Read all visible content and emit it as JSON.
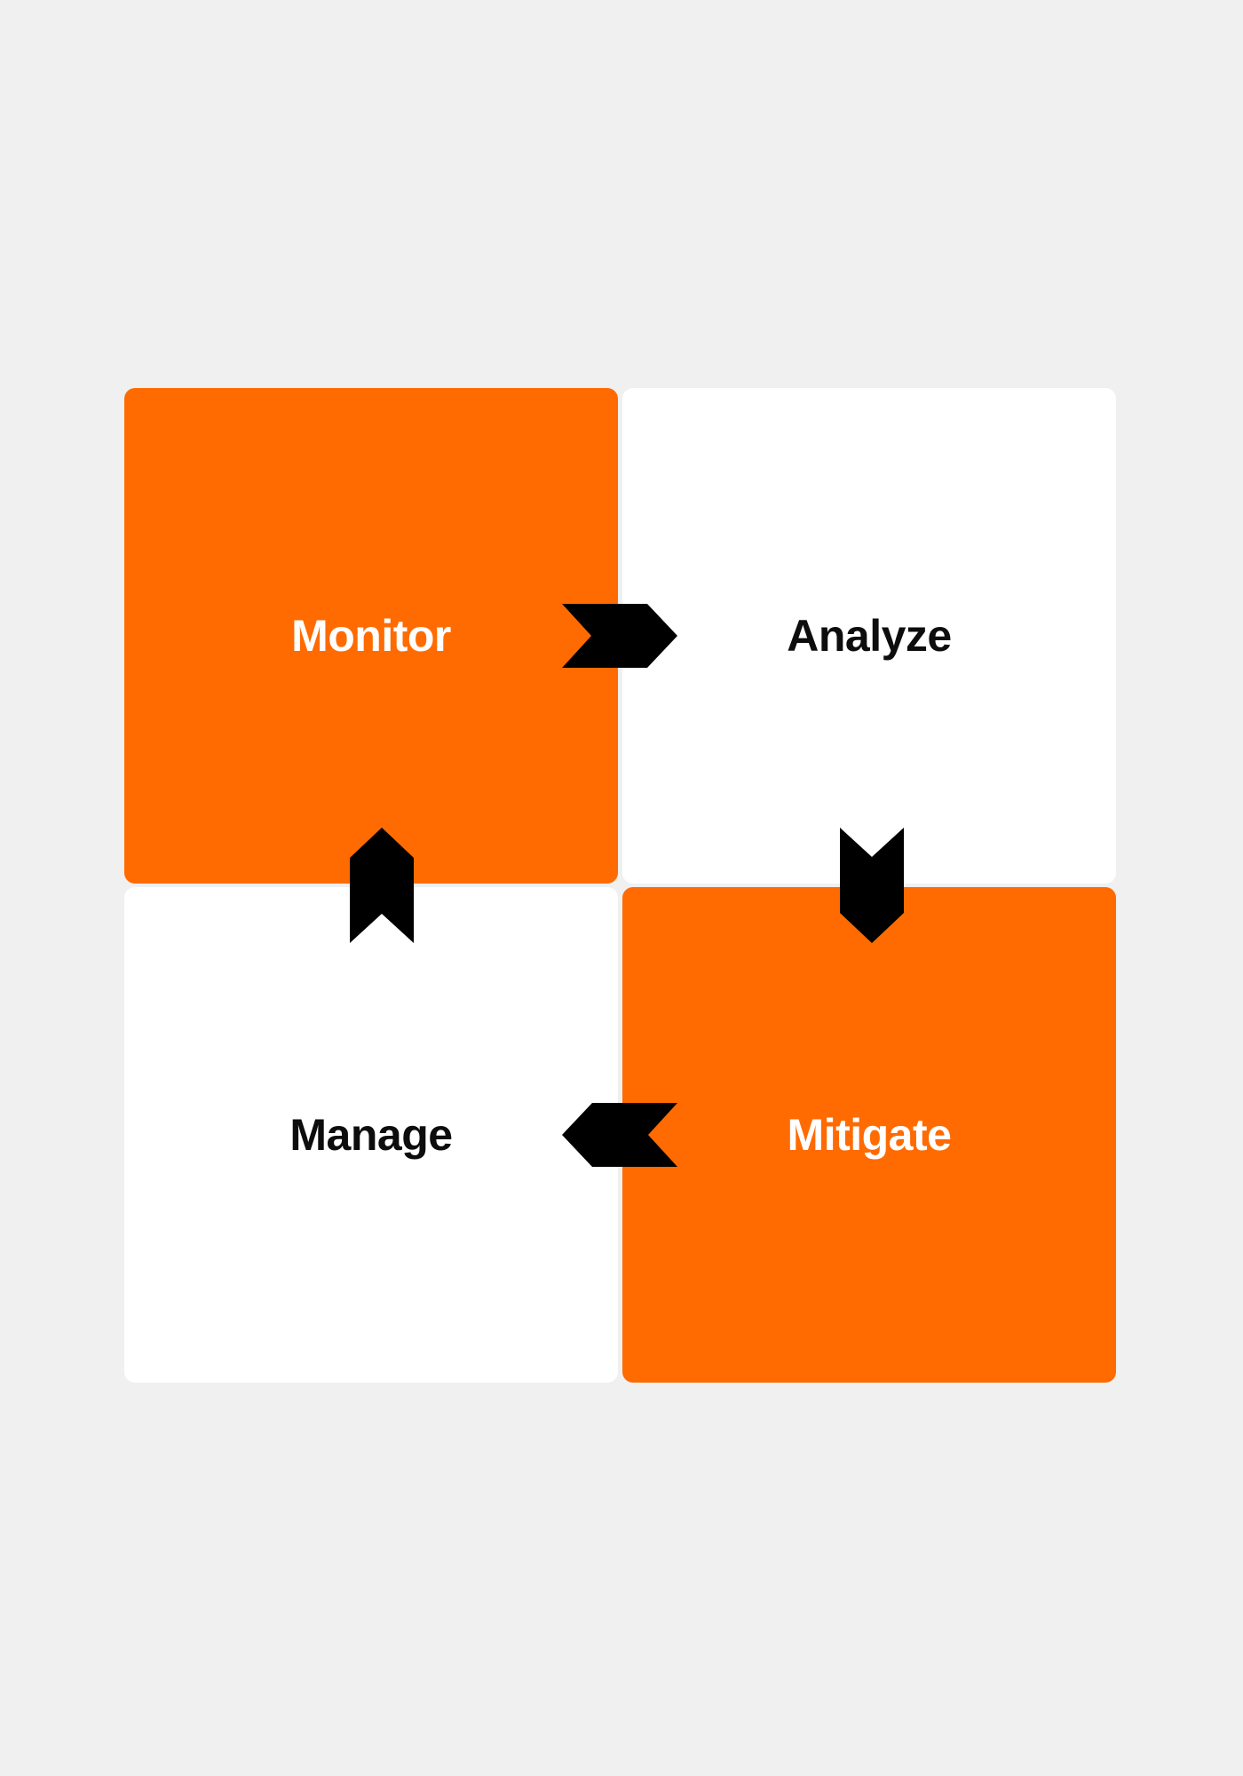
{
  "diagram": {
    "title": "Monitor Analyze Mitigate Manage cycle",
    "type": "four-quadrant-cycle",
    "background_color": "#f0f0f0",
    "accent_color": "#ff6b00",
    "neutral_color": "#ffffff",
    "arrow_color": "#000000",
    "quadrants": [
      {
        "id": "monitor",
        "label": "Monitor",
        "position": "top-left",
        "fill": "#ff6b00",
        "text_color": "#ffffff"
      },
      {
        "id": "analyze",
        "label": "Analyze",
        "position": "top-right",
        "fill": "#ffffff",
        "text_color": "#0d0d0d"
      },
      {
        "id": "manage",
        "label": "Manage",
        "position": "bottom-left",
        "fill": "#ffffff",
        "text_color": "#0d0d0d"
      },
      {
        "id": "mitigate",
        "label": "Mitigate",
        "position": "bottom-right",
        "fill": "#ff6b00",
        "text_color": "#ffffff"
      }
    ],
    "arrows": [
      {
        "id": "monitor-to-analyze",
        "from": "monitor",
        "to": "analyze",
        "direction": "right",
        "icon": "arrow-right-icon"
      },
      {
        "id": "analyze-to-mitigate",
        "from": "analyze",
        "to": "mitigate",
        "direction": "down",
        "icon": "arrow-down-icon"
      },
      {
        "id": "mitigate-to-manage",
        "from": "mitigate",
        "to": "manage",
        "direction": "left",
        "icon": "arrow-left-icon"
      },
      {
        "id": "manage-to-monitor",
        "from": "manage",
        "to": "monitor",
        "direction": "up",
        "icon": "arrow-up-icon"
      }
    ]
  }
}
